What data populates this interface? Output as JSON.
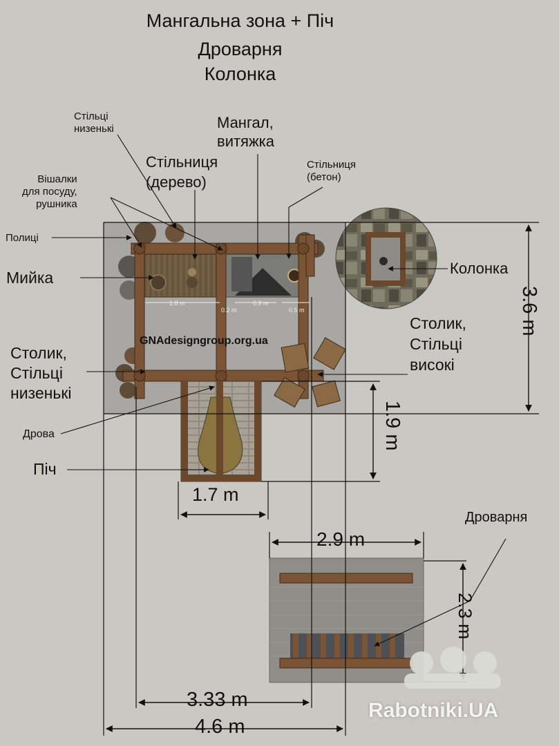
{
  "title": {
    "line1": "Мангальна зона + Піч",
    "line2": "Дроварня",
    "line3": "Колонка"
  },
  "labels": {
    "chairs_low_top": "Стільці\nнизенькі",
    "grill": "Мангал,\nвитяжка",
    "countertop_wood": "Стільниця\n(дерево)",
    "hangers": "Вішалки\nдля посуду,\nрушника",
    "countertop_concrete": "Стільниця\n(бетон)",
    "shelves": "Полиці",
    "sink": "Мийка",
    "well": "Колонка",
    "table_high": "Столик,\nСтільці\nвисокі",
    "table_low": "Столик,\nСтільці\nнизенькі",
    "firewood": "Дрова",
    "oven": "Піч",
    "woodshed": "Дроварня"
  },
  "dimensions": {
    "height_main": "3.6 m",
    "oven_depth": "1.9 m",
    "oven_width": "1.7 m",
    "woodshed_width": "2.9 m",
    "woodshed_depth": "2.3 m",
    "inner_width": "3.33 m",
    "total_width": "4.6 m",
    "seg_a": "1.8 m",
    "seg_b": "0.2 m",
    "seg_c": "0.9 m",
    "seg_d": "0.5 m"
  },
  "watermark": "GNAdesigngroup.org.ua",
  "site": "Rabotniki.UA"
}
